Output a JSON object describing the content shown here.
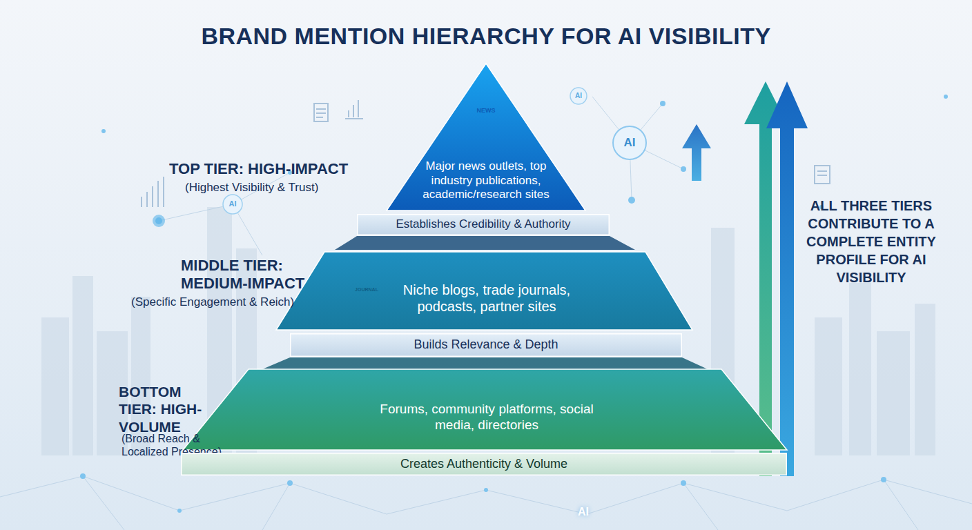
{
  "diagram": {
    "title": "BRAND MENTION HIERARCHY FOR AI VISIBILITY",
    "nodes": [
      {
        "text": [
          "TOP TIER: HIGH-IMPACT",
          "(Highest Visibility & Trust)",
          "Major news outlets, top industry publications, academic/research sites"
        ]
      },
      {
        "text": [
          "Establishes Credibility & Authority"
        ]
      },
      {
        "text": [
          "MIDDLE TIER: MEDIUM-IMPACT",
          "(Specific Engagement & Reich)",
          "Niche blogs, trade journals, podcasts, partner sites"
        ]
      },
      {
        "text": [
          "Builds Relevance & Depth"
        ]
      },
      {
        "text": [
          "BOTTOM TIER: HIGH-VOLUME",
          "(Broad Reach & Localized Presence)",
          "Forums, community platforms, social media, directories"
        ]
      },
      {
        "text": [
          "Creates Authenticity & Volume"
        ]
      }
    ],
    "labels": [
      "NEWS",
      "JOURNAL",
      "AI",
      "AI",
      "AI",
      "AI",
      "ALL THREE TIERS CONTRIBUTE TO A COMPLETE ENTITY PROFILE FOR AI VISIBILITY"
    ]
  }
}
